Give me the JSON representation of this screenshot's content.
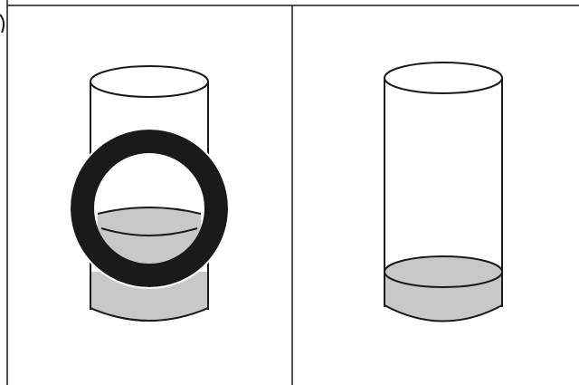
{
  "figure": {
    "panels": [
      {
        "id": "left",
        "subject": "cylinder-glass",
        "liquid_color": "#c8c8c8",
        "ring_color": "#1a1a1a"
      },
      {
        "id": "right",
        "subject": "cylinder-glass",
        "liquid_color": "#c8c8c8"
      }
    ],
    "colors": {
      "stroke": "#1a1a1a",
      "liquid": "#c8c8c8",
      "background": "#ffffff"
    }
  }
}
